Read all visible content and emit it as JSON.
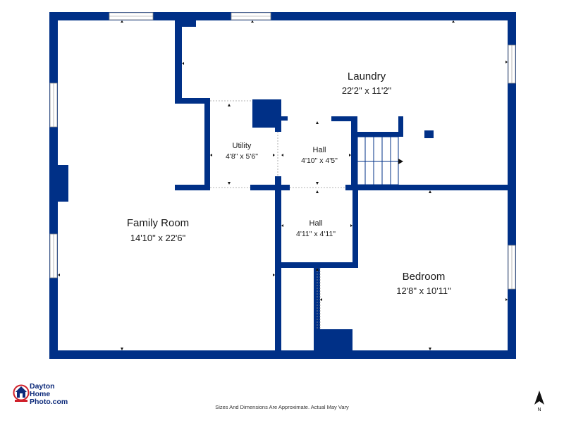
{
  "colors": {
    "wall": "#003087",
    "window": "#ffffff",
    "text": "#1a1a1a",
    "logo_red": "#d0202a",
    "logo_blue": "#0d2a7a"
  },
  "rooms": {
    "laundry": {
      "name": "Laundry",
      "dims": "22'2\" x 11'2\""
    },
    "utility": {
      "name": "Utility",
      "dims": "4'8\" x 5'6\""
    },
    "hall_top": {
      "name": "Hall",
      "dims": "4'10\" x 4'5\""
    },
    "family": {
      "name": "Family Room",
      "dims": "14'10\" x 22'6\""
    },
    "hall_mid": {
      "name": "Hall",
      "dims": "4'11\" x 4'11\""
    },
    "bedroom": {
      "name": "Bedroom",
      "dims": "12'8\" x 10'11\""
    }
  },
  "logo": {
    "line1": "Dayton",
    "line2": "Home",
    "line3": "Photo.com",
    "icon": "house-icon"
  },
  "footer": {
    "disclaimer": "Sizes And Dimensions Are Approximate. Actual May Vary"
  },
  "compass": {
    "label": "N",
    "icon": "north-arrow-icon"
  }
}
